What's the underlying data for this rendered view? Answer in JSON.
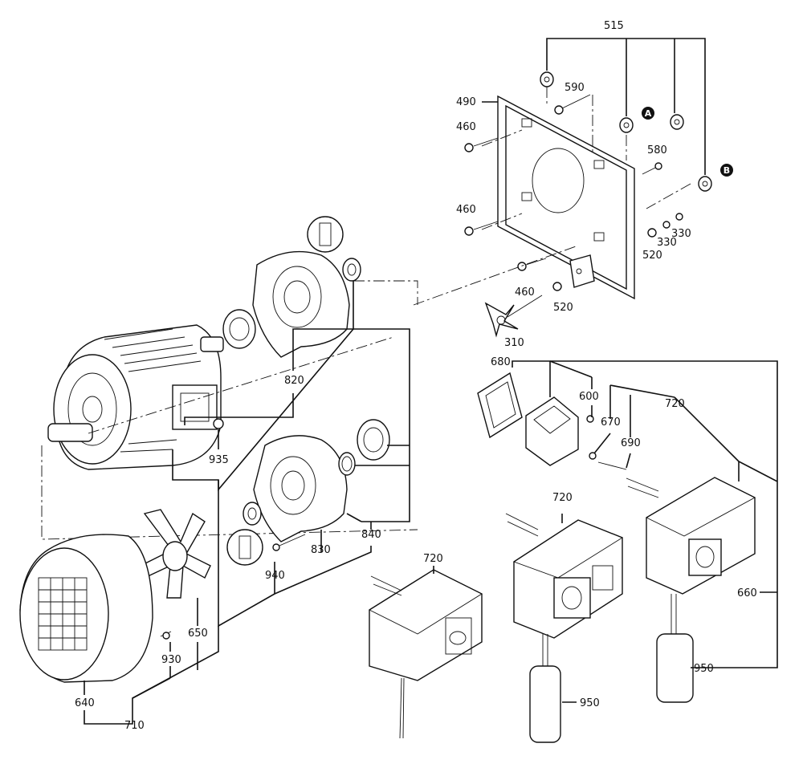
{
  "labels": {
    "l515": "515",
    "l590": "590",
    "l490": "490",
    "l460a": "460",
    "l460b": "460",
    "l460c": "460",
    "l580": "580",
    "l330a": "330",
    "l330b": "330",
    "l520a": "520",
    "l520b": "520",
    "l310": "310",
    "l820": "820",
    "l935": "935",
    "l680": "680",
    "l600": "600",
    "l670": "670",
    "l690": "690",
    "l720a": "720",
    "l720b": "720",
    "l720c": "720",
    "l840": "840",
    "l830": "830",
    "l940": "940",
    "l650": "650",
    "l930": "930",
    "l640": "640",
    "l710": "710",
    "l660": "660",
    "l950a": "950",
    "l950b": "950"
  },
  "references": {
    "refA": "A",
    "refB": "B"
  },
  "colors": {
    "line": "#111111",
    "background": "#ffffff"
  }
}
